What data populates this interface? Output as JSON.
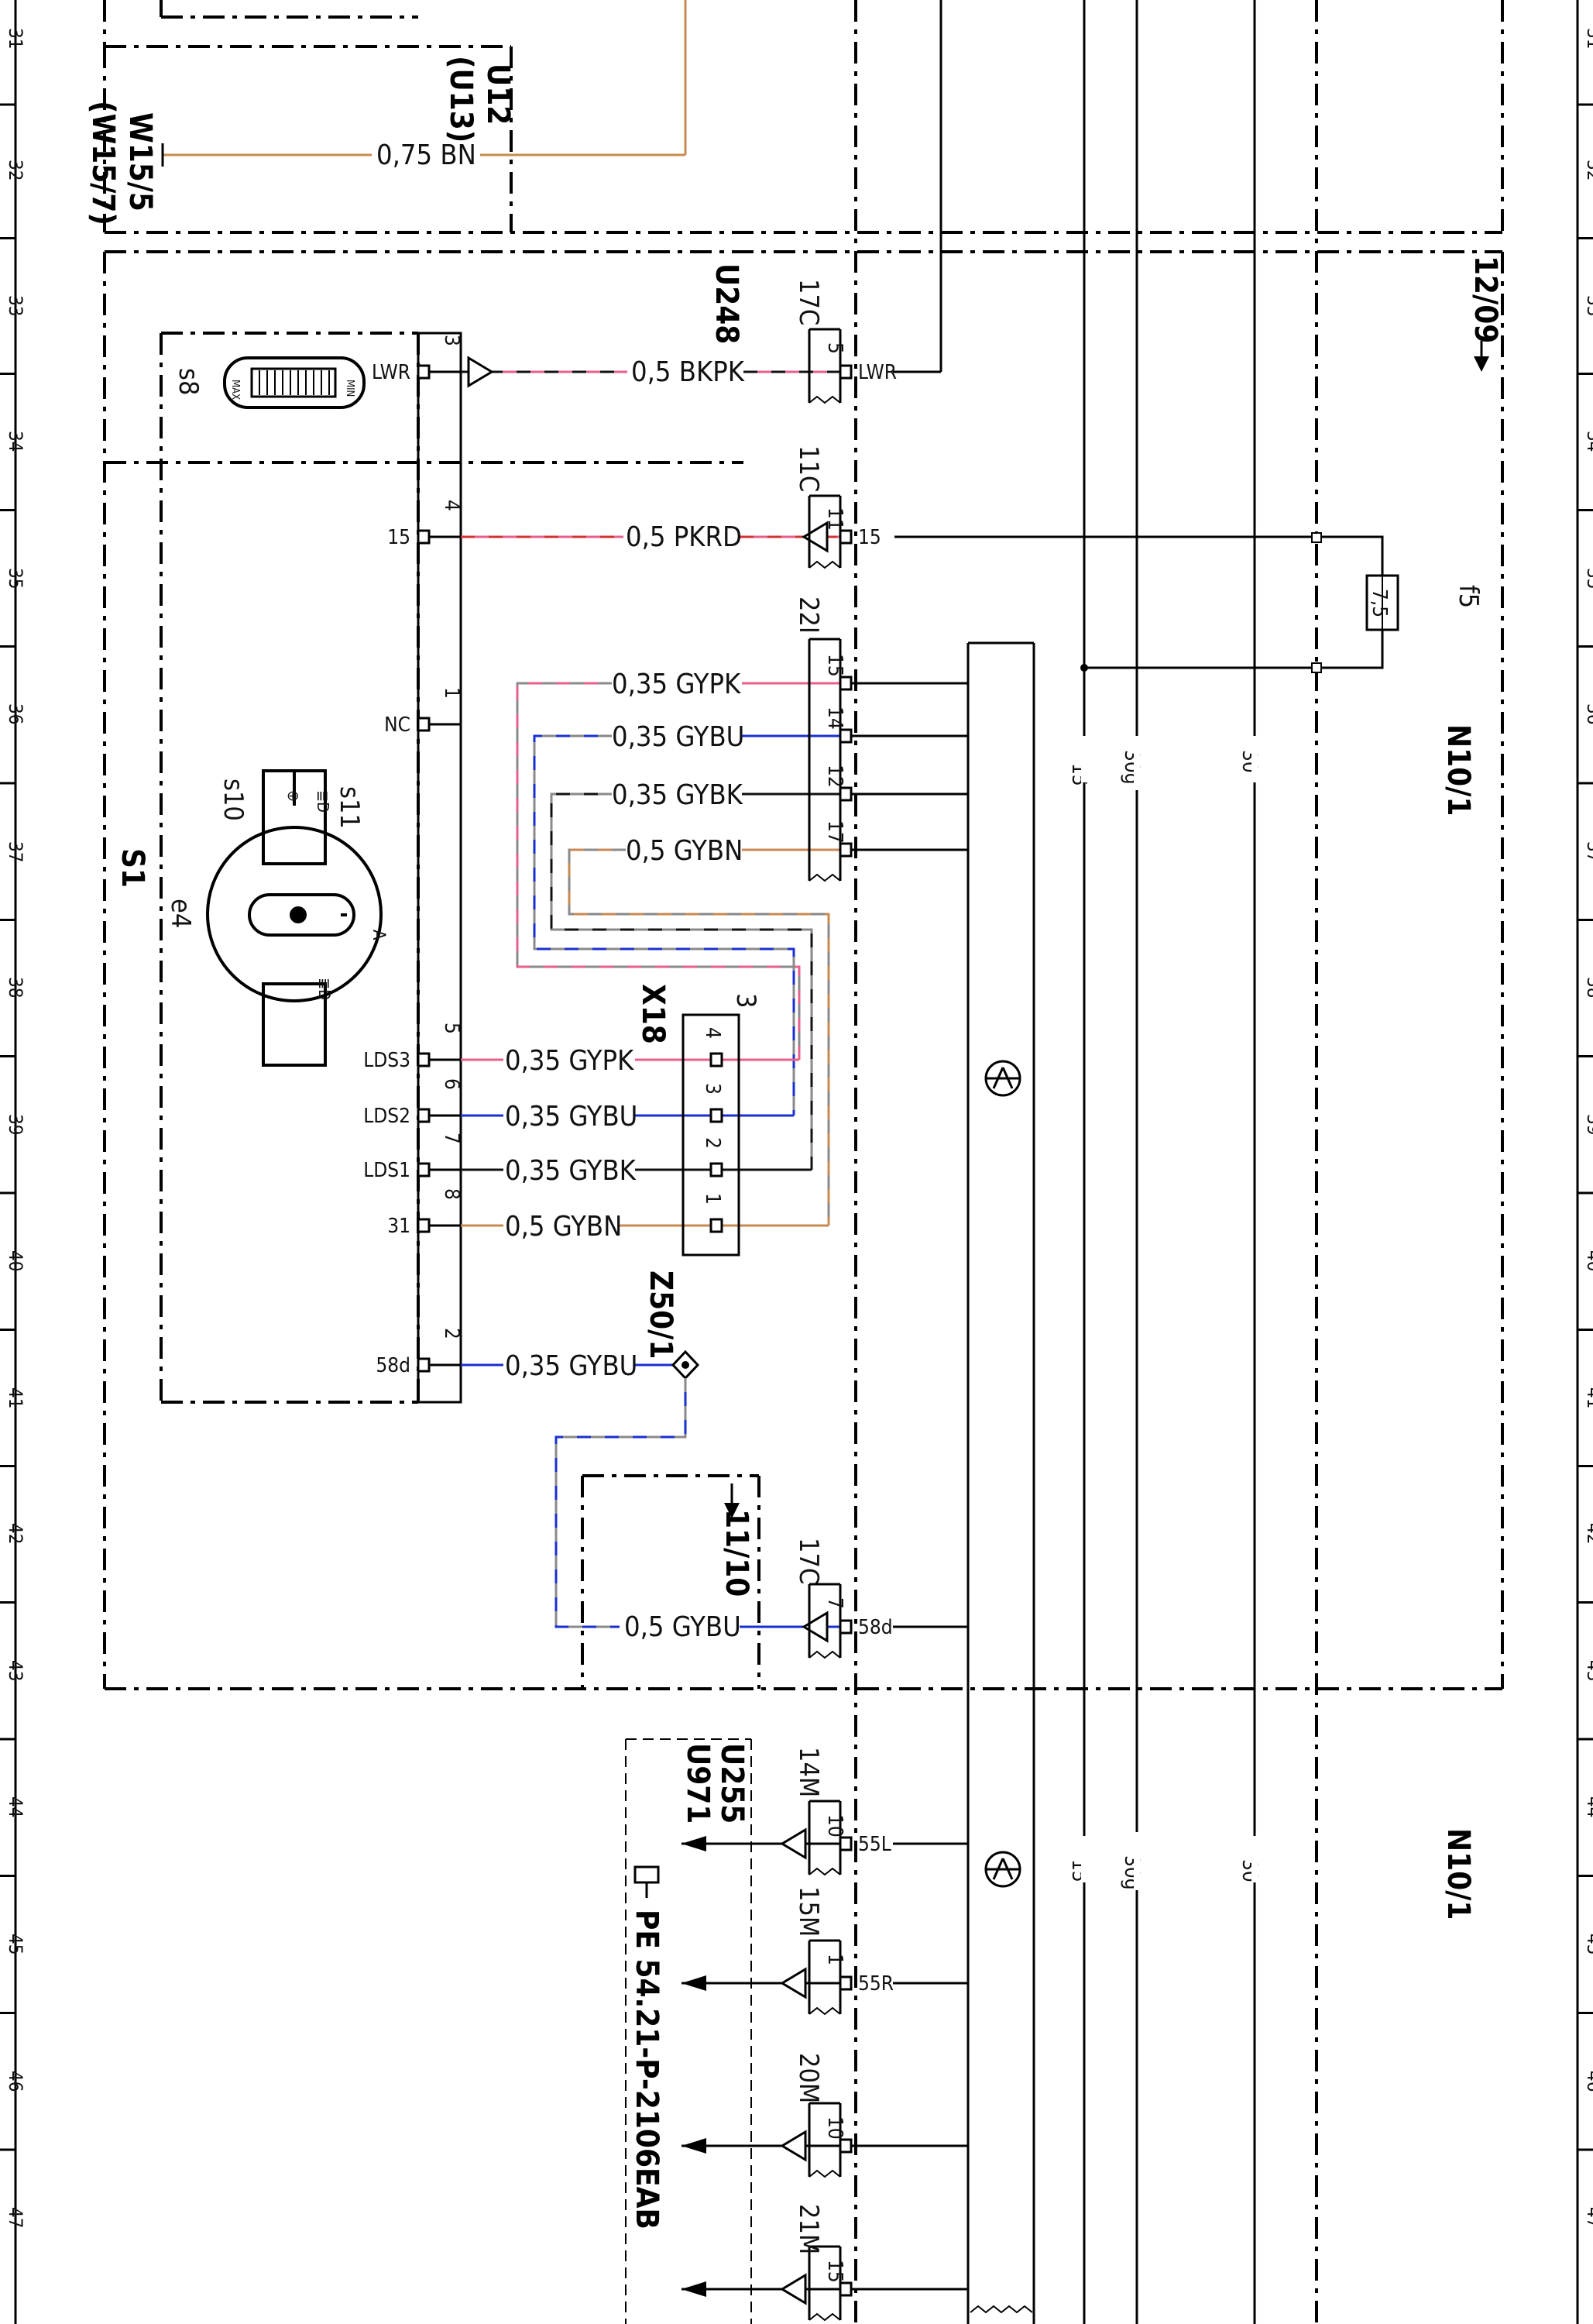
{
  "colors": {
    "pink": "#e8608a",
    "blue": "#1a2fd0",
    "brown": "#c88a52",
    "red": "#d33030",
    "grey": "#8a8a8a",
    "black": "#111111"
  },
  "ruler": {
    "labels": [
      "31",
      "32",
      "33",
      "34",
      "35",
      "36",
      "37",
      "38",
      "39",
      "40",
      "41",
      "42",
      "43",
      "44",
      "45",
      "46",
      "47"
    ]
  },
  "components": {
    "u12": "U12",
    "u13": "(U13)",
    "w15_5": "W15/5",
    "w15_7": "(W15/7)",
    "u248": "U248",
    "s1": "S1",
    "s8": "s8",
    "s10": "s10",
    "s11": "s11",
    "e4": "e4",
    "x18": "X18",
    "x18_pin": "3",
    "z50_1": "Z50/1",
    "ref_12_09": "12/09",
    "ref_11_10": "11/10",
    "n10_1_top": "N10/1",
    "n10_1_bottom": "N10/1",
    "f5": "f5",
    "fuse_val": "7,5",
    "u255": "U255",
    "u971": "U971",
    "pe_ref": "PE 54.21-P-2106EAB",
    "slider_max": "MAX",
    "slider_min": "MIN"
  },
  "wires": [
    {
      "id": "w-075bn",
      "label": "0,75 BN"
    },
    {
      "id": "w-05bkpk",
      "label": "0,5 BKPK"
    },
    {
      "id": "w-05pkrd",
      "label": "0,5 PKRD"
    },
    {
      "id": "w-035gypk-a",
      "label": "0,35 GYPK"
    },
    {
      "id": "w-035gybu-a",
      "label": "0,35 GYBU"
    },
    {
      "id": "w-035gybk-a",
      "label": "0,35 GYBK"
    },
    {
      "id": "w-05gybn-a",
      "label": "0,5 GYBN"
    },
    {
      "id": "w-035gypk-b",
      "label": "0,35 GYPK"
    },
    {
      "id": "w-035gybu-b",
      "label": "0,35 GYBU"
    },
    {
      "id": "w-035gybk-b",
      "label": "0,35 GYBK"
    },
    {
      "id": "w-05gybn-b",
      "label": "0,5 GYBN"
    },
    {
      "id": "w-035gybu-c",
      "label": "0,35 GYBU"
    },
    {
      "id": "w-05gybu",
      "label": "0,5 GYBU"
    }
  ],
  "s1_pins": [
    {
      "num": "3",
      "name": "LWR"
    },
    {
      "num": "4",
      "name": "15"
    },
    {
      "num": "1",
      "name": "NC"
    },
    {
      "num": "5",
      "name": "LDS3"
    },
    {
      "num": "6",
      "name": "LDS2"
    },
    {
      "num": "7",
      "name": "LDS1"
    },
    {
      "num": "8",
      "name": "31"
    },
    {
      "num": "2",
      "name": "58d"
    }
  ],
  "n10_connectors": [
    {
      "conn": "17C",
      "pins": [
        {
          "num": "5",
          "name": "LWR"
        }
      ]
    },
    {
      "conn": "11C",
      "pins": [
        {
          "num": "11",
          "name": "15"
        }
      ]
    },
    {
      "conn": "22I",
      "pins": [
        {
          "num": "15",
          "name": ""
        },
        {
          "num": "14",
          "name": ""
        },
        {
          "num": "12",
          "name": ""
        },
        {
          "num": "17",
          "name": ""
        }
      ]
    },
    {
      "conn": "17C",
      "pins": [
        {
          "num": "7",
          "name": "58d"
        }
      ]
    },
    {
      "conn": "14M",
      "pins": [
        {
          "num": "10",
          "name": "55L"
        }
      ]
    },
    {
      "conn": "15M",
      "pins": [
        {
          "num": "1",
          "name": "55R"
        }
      ]
    },
    {
      "conn": "20M",
      "pins": [
        {
          "num": "10",
          "name": ""
        }
      ]
    },
    {
      "conn": "21M",
      "pins": [
        {
          "num": "15",
          "name": ""
        }
      ]
    }
  ],
  "x18_pins": [
    "4",
    "3",
    "2",
    "1"
  ],
  "bus": {
    "labels": [
      "15",
      "30g",
      "30",
      "15",
      "30g",
      "30"
    ]
  }
}
